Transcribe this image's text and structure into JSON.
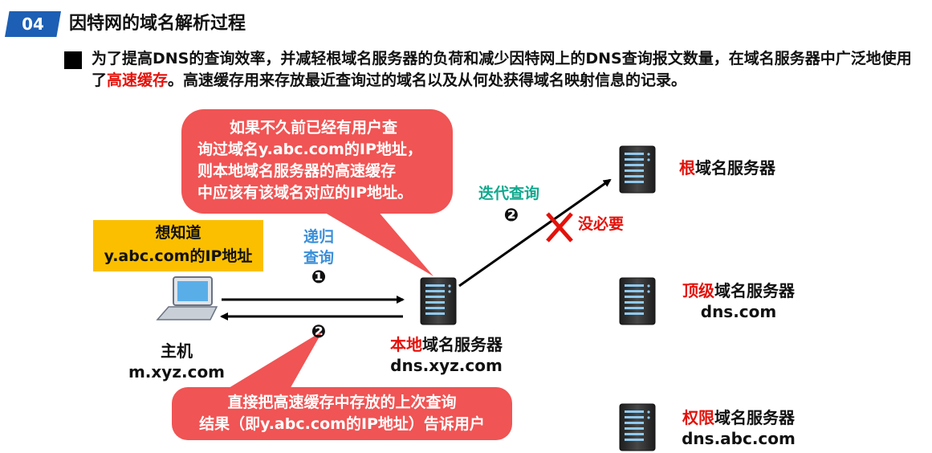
{
  "header": {
    "badge": "04",
    "title": "因特网的域名解析过程"
  },
  "intro": {
    "part1": "为了提高DNS的查询效率，并减轻根域名服务器的负荷和减少因特网上的DNS查询报文数量，在域名服务器中广泛地使用了",
    "highlight": "高速缓存",
    "part2": "。高速缓存用来存放最近查询过的域名以及从何处获得域名映射信息的记录。"
  },
  "bubble_top": {
    "lines": [
      "如果不久前已经有用户查",
      "询过域名y.abc.com的IP地址，",
      "则本地域名服务器的高速缓存",
      "中应该有该域名对应的IP地址。"
    ]
  },
  "bubble_bottom": {
    "lines": [
      "直接把高速缓存中存放的上次查询",
      "结果（即y.abc.com的IP地址）告诉用户"
    ]
  },
  "want_box": {
    "line1": "想知道",
    "line2": "y.abc.com的IP地址"
  },
  "recursive": {
    "line1": "递归",
    "line2": "查询",
    "step1": "❶",
    "step2": "❷"
  },
  "iterative": {
    "label": "迭代查询",
    "step": "❷",
    "unnecessary": "没必要"
  },
  "host": {
    "name": "主机",
    "domain": "m.xyz.com"
  },
  "local_server": {
    "prefix": "本地",
    "suffix": "域名服务器",
    "domain": "dns.xyz.com"
  },
  "root_server": {
    "prefix": "根",
    "suffix": "域名服务器"
  },
  "tld_server": {
    "prefix": "顶级",
    "suffix": "域名服务器",
    "domain": "dns.com"
  },
  "auth_server": {
    "prefix": "权限",
    "suffix": "域名服务器",
    "domain": "dns.abc.com"
  },
  "colors": {
    "accent_blue": "#1d5fb4",
    "bubble_red": "#f05454",
    "highlight_red": "#e3120b",
    "yellow": "#fbbf00",
    "teal": "#12a98e",
    "light_blue": "#3b8fd9"
  },
  "icons": {
    "host": "laptop-icon",
    "server": "server-icon",
    "cross": "cross-icon"
  }
}
